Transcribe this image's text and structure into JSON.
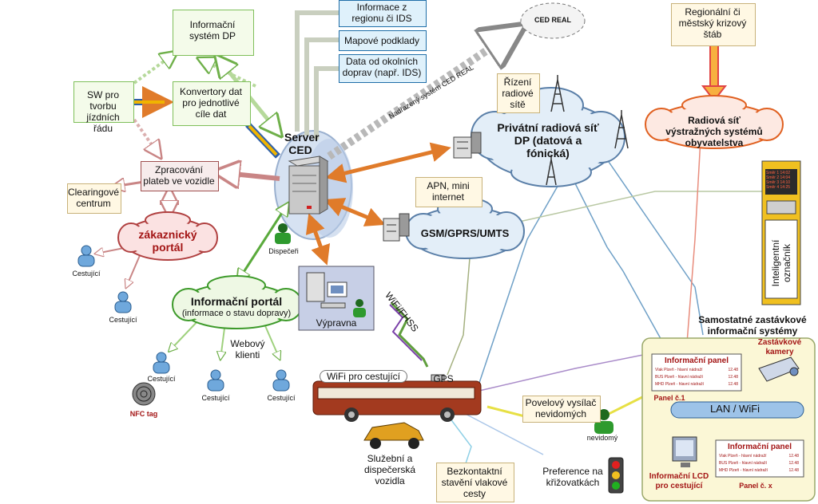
{
  "labels": {
    "info_system": "Informační systém DP",
    "sw_timetable": "SW pro tvorbu jízdních řádu",
    "converters": "Konvertory dat pro jednotlivé cíle dat",
    "info_region": "Informace z regionu či IDS",
    "map_data": "Mapové podklady",
    "other_transport": "Data od okolních doprav (např. IDS)",
    "ced_real": "CED REAL",
    "ced_real_arrow": "Nadřazený systém CED REAL",
    "regional_staff": "Regionální či městský krizový štáb",
    "radio_warning": "Radiová síť výstražných systémů obyvatelstva",
    "radio_control": "Řízení radiové sítě",
    "private_radio": "Privátní radiová síť DP (datová a fónická)",
    "server_ced": "Server CED",
    "fare_processing": "Zpracování plateb ve vozidle",
    "clearing": "Clearingové centrum",
    "customer_portal": "zákaznický portál",
    "dispatchers": "Dispečeři",
    "apn": "APN, mini internet",
    "gsm": "GSM/GPRS/UMTS",
    "dispatch_room": "Výpravna",
    "wifi_fhss": "WiFi/FHSS",
    "info_portal": "Informační portál",
    "info_portal_sub": "(informace o stavu dopravy)",
    "web_clients": "Webový klienti",
    "passenger": "Cestující",
    "nfc_tag": "NFC tag",
    "wifi_passengers": "WiFi pro cestující",
    "gps": "GPS",
    "service_vehicles": "Služební a dispečerská vozidla",
    "contactless_rail": "Bezkontaktní stavění vlakové cesty",
    "crossing_pref": "Preference na křižovatkách",
    "blind_transmitter": "Povelový vysílač nevidomých",
    "blind": "nevidomý",
    "intelligent_sign": "Inteligentní označník",
    "standalone_stop": "Samostatné zastávkové informační systémy",
    "stop_cameras": "Zastávkové kamery",
    "info_panel": "Informační panel",
    "panel1": "Panel č.1",
    "panelx": "Panel č. x",
    "lan_wifi": "LAN / WiFi",
    "info_lcd": "Informační LCD pro cestující"
  },
  "panel_rows": [
    {
      "text": "Vlak Plzeň - hlavní nádraží",
      "time": "12.48"
    },
    {
      "text": "BUS Plzeň - hlavní nádraží",
      "time": "12.48"
    },
    {
      "text": "MHD Plzeň - hlavní nádraží",
      "time": "12.48"
    }
  ],
  "sign_rows": [
    {
      "text": "Směr 1",
      "time": "14:02"
    },
    {
      "text": "Směr 2",
      "time": "14:04"
    },
    {
      "text": "Směr 3",
      "time": "14:10"
    },
    {
      "text": "Směr 4",
      "time": "14:25"
    }
  ],
  "colors": {
    "cloud_blue": "#e3eef8",
    "cloud_green": "#eef8e4",
    "cloud_red": "#fbe2e2",
    "arrow_orange": "#e07b2a",
    "bus": "#a33a1f"
  }
}
